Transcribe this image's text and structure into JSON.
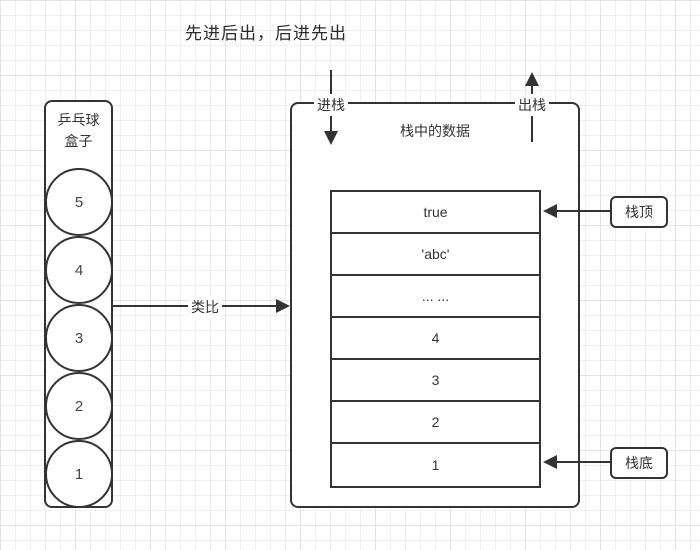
{
  "title": "先进后出，后进先出",
  "ball_box": {
    "label_line1": "乒乓球",
    "label_line2": "盒子",
    "balls": [
      "5",
      "4",
      "3",
      "2",
      "1"
    ]
  },
  "analogy": {
    "label": "类比"
  },
  "stack": {
    "title": "栈中的数据",
    "push_label": "进栈",
    "pop_label": "出栈",
    "cells": [
      "true",
      "'abc'",
      "... ...",
      "4",
      "3",
      "2",
      "1"
    ],
    "top_pointer": "栈顶",
    "bottom_pointer": "栈底"
  },
  "colors": {
    "line": "#333333",
    "text": "#333333",
    "background": "#ffffff",
    "grid-minor": "#f0f0f0",
    "grid-major": "#e3e3e3"
  }
}
